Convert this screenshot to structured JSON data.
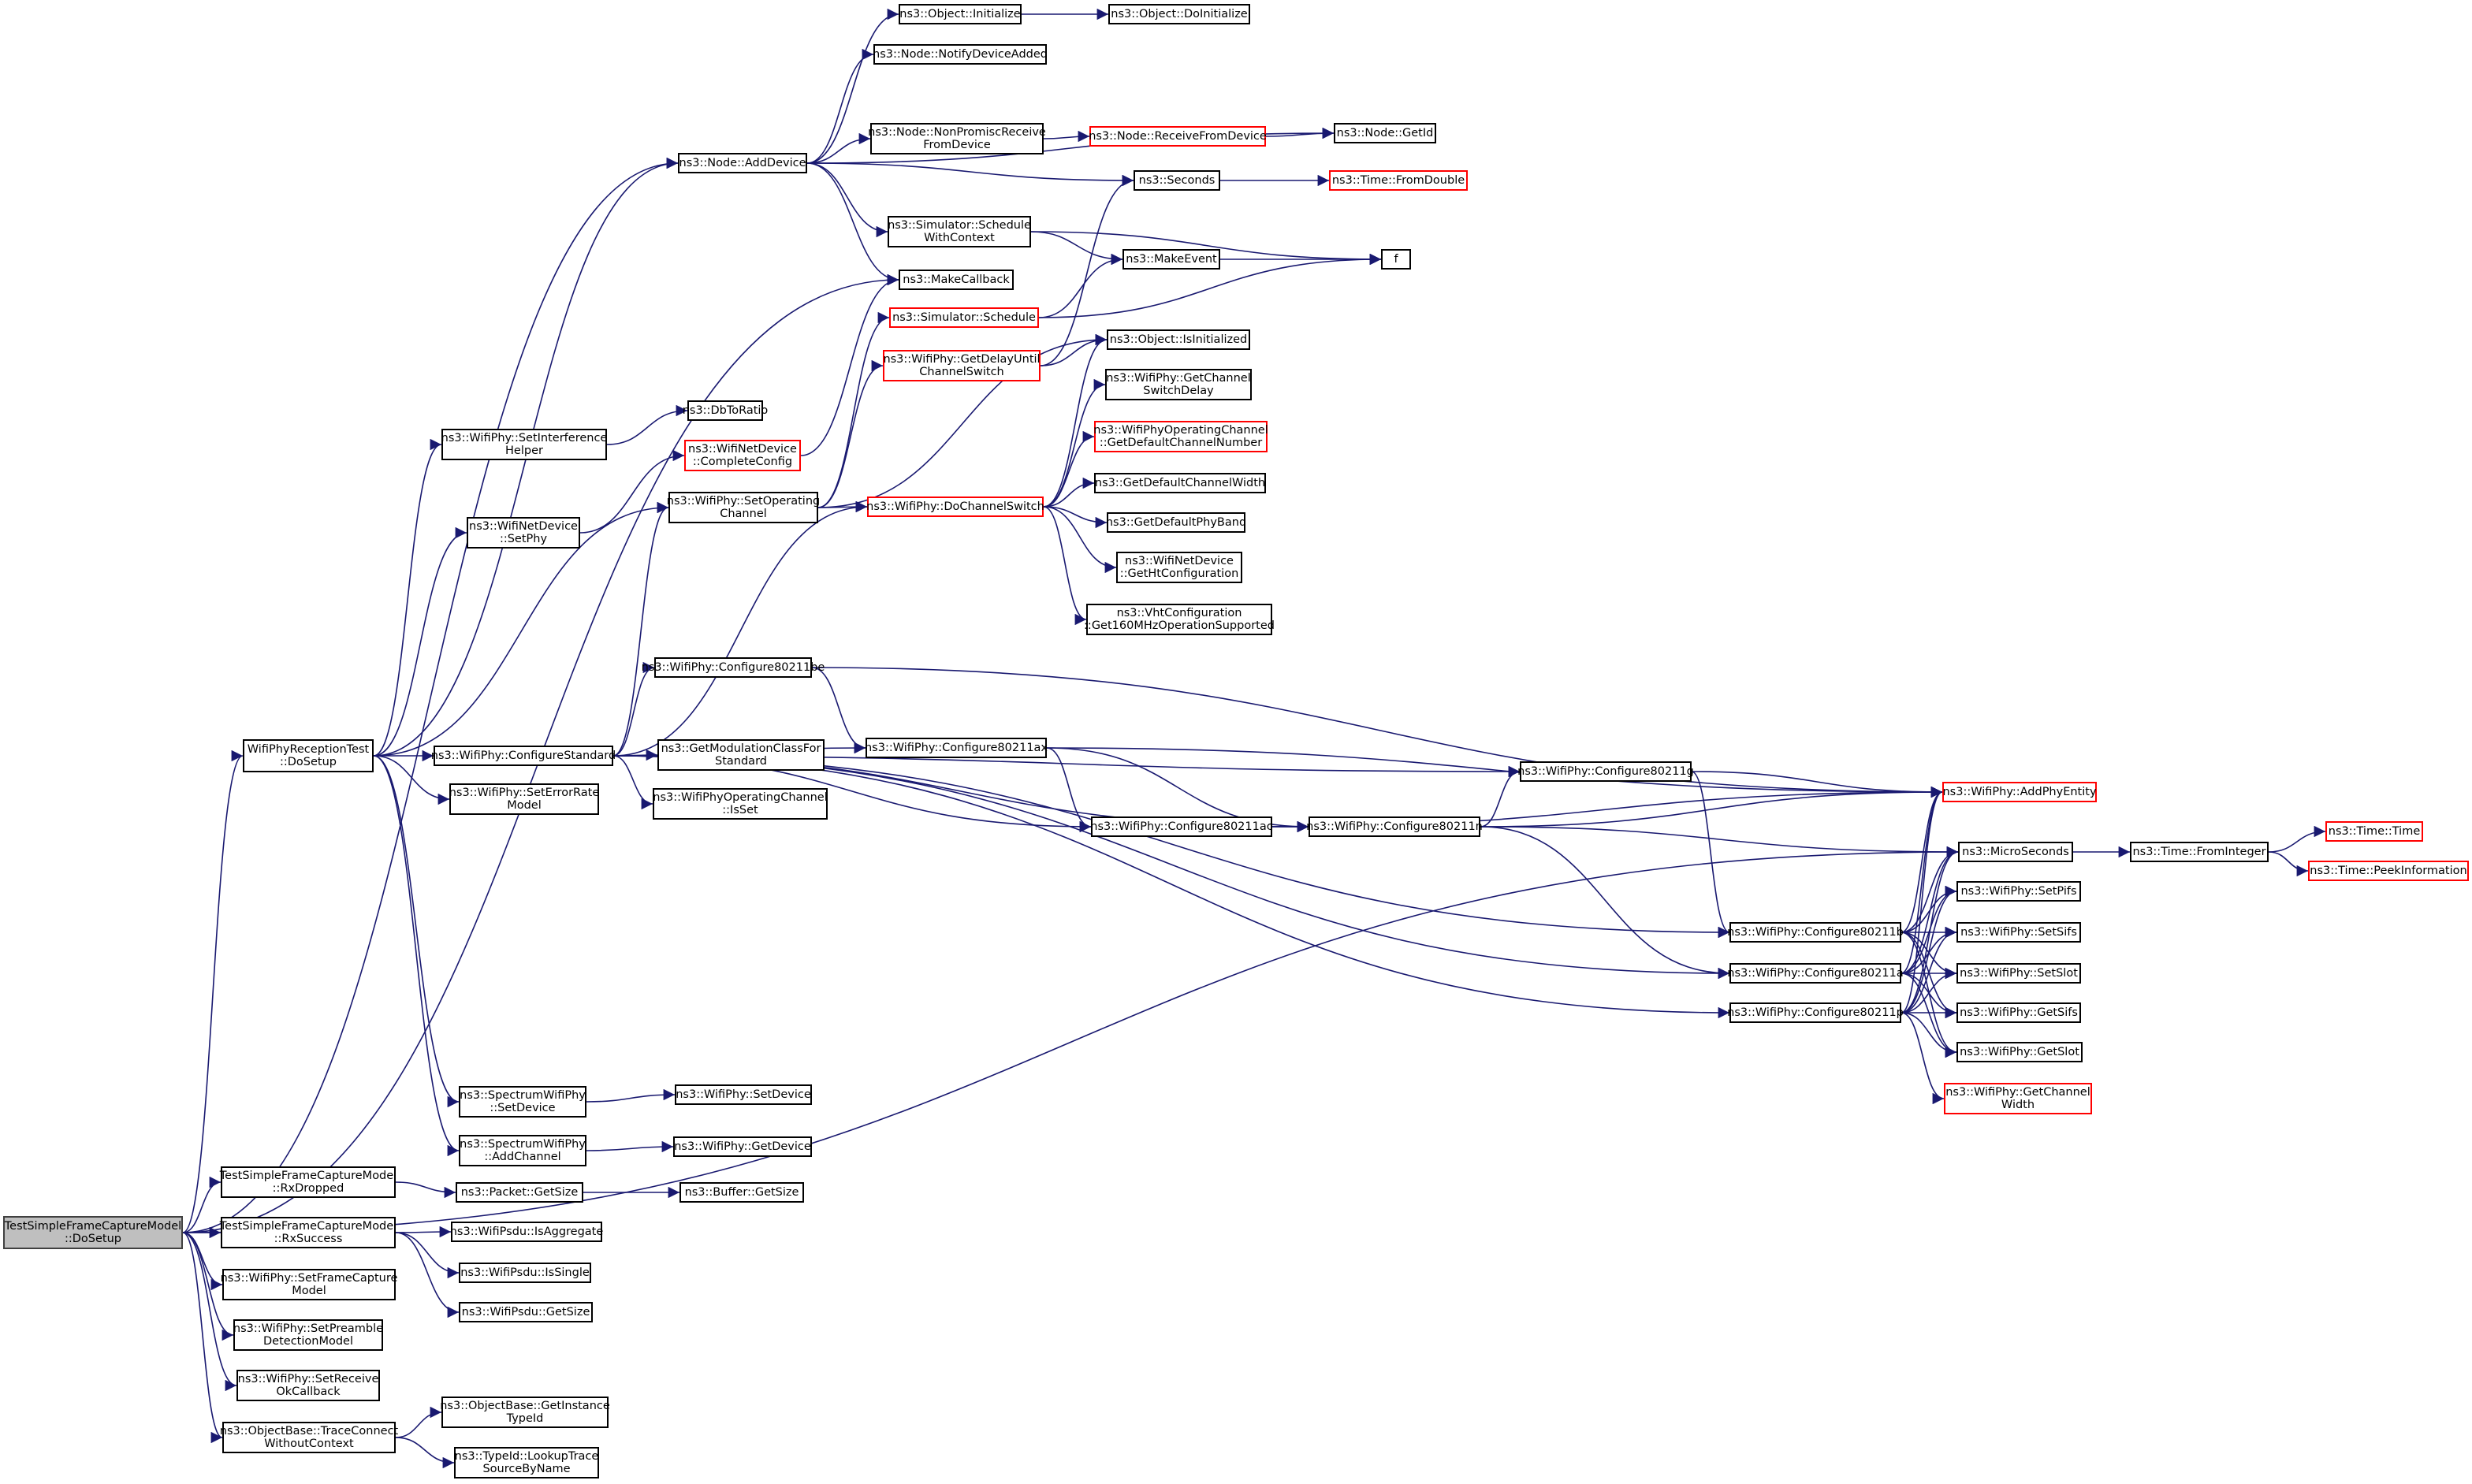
{
  "title": "Call graph of TestSimpleFrameCaptureModel::DoSetup",
  "colors": {
    "edge": "#191970",
    "node_border": "#000000",
    "truncated_border": "#ff0000",
    "root_fill": "#bfbfbf"
  },
  "nodes": [
    {
      "id": "root",
      "lines": [
        "TestSimpleFrameCaptureModel",
        "::DoSetup"
      ],
      "kind": "root"
    },
    {
      "id": "wprt_dosetup",
      "lines": [
        "WifiPhyReceptionTest",
        "::DoSetup"
      ]
    },
    {
      "id": "rxdropped",
      "lines": [
        "TestSimpleFrameCaptureModel",
        "::RxDropped"
      ]
    },
    {
      "id": "rxsuccess",
      "lines": [
        "TestSimpleFrameCaptureModel",
        "::RxSuccess"
      ]
    },
    {
      "id": "setframecapture",
      "lines": [
        "ns3::WifiPhy::SetFrameCapture",
        "Model"
      ]
    },
    {
      "id": "setpreamble",
      "lines": [
        "ns3::WifiPhy::SetPreamble",
        "DetectionModel"
      ]
    },
    {
      "id": "setreceiveok",
      "lines": [
        "ns3::WifiPhy::SetReceive",
        "OkCallback"
      ]
    },
    {
      "id": "traceconnect",
      "lines": [
        "ns3::ObjectBase::TraceConnect",
        "WithoutContext"
      ]
    },
    {
      "id": "getinstancetypeid",
      "lines": [
        "ns3::ObjectBase::GetInstance",
        "TypeId"
      ]
    },
    {
      "id": "lookuptrace",
      "lines": [
        "ns3::TypeId::LookupTrace",
        "SourceByName"
      ]
    },
    {
      "id": "packet_getsize",
      "lines": [
        "ns3::Packet::GetSize"
      ]
    },
    {
      "id": "buffer_getsize",
      "lines": [
        "ns3::Buffer::GetSize"
      ]
    },
    {
      "id": "isaggregate",
      "lines": [
        "ns3::WifiPsdu::IsAggregate"
      ]
    },
    {
      "id": "issingle",
      "lines": [
        "ns3::WifiPsdu::IsSingle"
      ]
    },
    {
      "id": "psdu_getsize",
      "lines": [
        "ns3::WifiPsdu::GetSize"
      ]
    },
    {
      "id": "spec_setdevice",
      "lines": [
        "ns3::SpectrumWifiPhy",
        "::SetDevice"
      ]
    },
    {
      "id": "spec_addchannel",
      "lines": [
        "ns3::SpectrumWifiPhy",
        "::AddChannel"
      ]
    },
    {
      "id": "wp_setdevice",
      "lines": [
        "ns3::WifiPhy::SetDevice"
      ]
    },
    {
      "id": "wp_getdevice",
      "lines": [
        "ns3::WifiPhy::GetDevice"
      ]
    },
    {
      "id": "configurestandard",
      "lines": [
        "ns3::WifiPhy::ConfigureStandard"
      ]
    },
    {
      "id": "seterrorrate",
      "lines": [
        "ns3::WifiPhy::SetErrorRate",
        "Model"
      ]
    },
    {
      "id": "getmodclass",
      "lines": [
        "ns3::GetModulationClassFor",
        "Standard"
      ]
    },
    {
      "id": "opchan_isset",
      "lines": [
        "ns3::WifiPhyOperatingChannel",
        "::IsSet"
      ]
    },
    {
      "id": "setinterference",
      "lines": [
        "ns3::WifiPhy::SetInterference",
        "Helper"
      ]
    },
    {
      "id": "dbtoratio",
      "lines": [
        "ns3::DbToRatio"
      ]
    },
    {
      "id": "netdev_setphy",
      "lines": [
        "ns3::WifiNetDevice",
        "::SetPhy"
      ]
    },
    {
      "id": "completeconfig",
      "lines": [
        "ns3::WifiNetDevice",
        "::CompleteConfig"
      ],
      "kind": "red"
    },
    {
      "id": "setoperating",
      "lines": [
        "ns3::WifiPhy::SetOperating",
        "Channel"
      ]
    },
    {
      "id": "dochannelswitch",
      "lines": [
        "ns3::WifiPhy::DoChannelSwitch"
      ],
      "kind": "red"
    },
    {
      "id": "getdelayuntil",
      "lines": [
        "ns3::WifiPhy::GetDelayUntil",
        "ChannelSwitch"
      ],
      "kind": "red"
    },
    {
      "id": "sim_schedule",
      "lines": [
        "ns3::Simulator::Schedule"
      ],
      "kind": "red"
    },
    {
      "id": "makecallback",
      "lines": [
        "ns3::MakeCallback"
      ]
    },
    {
      "id": "node_adddevice",
      "lines": [
        "ns3::Node::AddDevice"
      ]
    },
    {
      "id": "obj_initialize",
      "lines": [
        "ns3::Object::Initialize"
      ]
    },
    {
      "id": "obj_doinitialize",
      "lines": [
        "ns3::Object::DoInitialize"
      ]
    },
    {
      "id": "notifydeviceadded",
      "lines": [
        "ns3::Node::NotifyDeviceAdded"
      ]
    },
    {
      "id": "nonpromisc",
      "lines": [
        "ns3::Node::NonPromiscReceive",
        "FromDevice"
      ]
    },
    {
      "id": "receivefromdevice",
      "lines": [
        "ns3::Node::ReceiveFromDevice"
      ],
      "kind": "red"
    },
    {
      "id": "node_getid",
      "lines": [
        "ns3::Node::GetId"
      ]
    },
    {
      "id": "seconds",
      "lines": [
        "ns3::Seconds"
      ]
    },
    {
      "id": "fromdouble",
      "lines": [
        "ns3::Time::FromDouble"
      ],
      "kind": "red"
    },
    {
      "id": "schedwithctx",
      "lines": [
        "ns3::Simulator::Schedule",
        "WithContext"
      ]
    },
    {
      "id": "makeevent",
      "lines": [
        "ns3::MakeEvent"
      ]
    },
    {
      "id": "f",
      "lines": [
        "f"
      ]
    },
    {
      "id": "obj_isinitialized",
      "lines": [
        "ns3::Object::IsInitialized"
      ]
    },
    {
      "id": "getchanswitchdelay",
      "lines": [
        "ns3::WifiPhy::GetChannel",
        "SwitchDelay"
      ]
    },
    {
      "id": "getdefaultchannum",
      "lines": [
        "ns3::WifiPhyOperatingChannel",
        "::GetDefaultChannelNumber"
      ],
      "kind": "red"
    },
    {
      "id": "getdefaultchanwidth",
      "lines": [
        "ns3::GetDefaultChannelWidth"
      ]
    },
    {
      "id": "getdefaultphyband",
      "lines": [
        "ns3::GetDefaultPhyBand"
      ]
    },
    {
      "id": "gethtconfig",
      "lines": [
        "ns3::WifiNetDevice",
        "::GetHtConfiguration"
      ]
    },
    {
      "id": "vht160",
      "lines": [
        "ns3::VhtConfiguration",
        "::Get160MHzOperationSupported"
      ]
    },
    {
      "id": "cfg_be",
      "lines": [
        "ns3::WifiPhy::Configure80211be"
      ]
    },
    {
      "id": "cfg_ax",
      "lines": [
        "ns3::WifiPhy::Configure80211ax"
      ]
    },
    {
      "id": "cfg_ac",
      "lines": [
        "ns3::WifiPhy::Configure80211ac"
      ]
    },
    {
      "id": "cfg_n",
      "lines": [
        "ns3::WifiPhy::Configure80211n"
      ]
    },
    {
      "id": "cfg_g",
      "lines": [
        "ns3::WifiPhy::Configure80211g"
      ]
    },
    {
      "id": "cfg_b",
      "lines": [
        "ns3::WifiPhy::Configure80211b"
      ]
    },
    {
      "id": "cfg_a",
      "lines": [
        "ns3::WifiPhy::Configure80211a"
      ]
    },
    {
      "id": "cfg_p",
      "lines": [
        "ns3::WifiPhy::Configure80211p"
      ]
    },
    {
      "id": "addphyentity",
      "lines": [
        "ns3::WifiPhy::AddPhyEntity"
      ],
      "kind": "red"
    },
    {
      "id": "microseconds",
      "lines": [
        "ns3::MicroSeconds"
      ]
    },
    {
      "id": "frominteger",
      "lines": [
        "ns3::Time::FromInteger"
      ]
    },
    {
      "id": "time_time",
      "lines": [
        "ns3::Time::Time"
      ],
      "kind": "red"
    },
    {
      "id": "peekinfo",
      "lines": [
        "ns3::Time::PeekInformation"
      ],
      "kind": "red"
    },
    {
      "id": "setpifs",
      "lines": [
        "ns3::WifiPhy::SetPifs"
      ]
    },
    {
      "id": "setsifs",
      "lines": [
        "ns3::WifiPhy::SetSifs"
      ]
    },
    {
      "id": "setslot",
      "lines": [
        "ns3::WifiPhy::SetSlot"
      ]
    },
    {
      "id": "getsifs",
      "lines": [
        "ns3::WifiPhy::GetSifs"
      ]
    },
    {
      "id": "getslot",
      "lines": [
        "ns3::WifiPhy::GetSlot"
      ]
    },
    {
      "id": "getchanwidth",
      "lines": [
        "ns3::WifiPhy::GetChannel",
        "Width"
      ],
      "kind": "red"
    }
  ],
  "edges": [
    [
      "root",
      "wprt_dosetup"
    ],
    [
      "root",
      "makecallback"
    ],
    [
      "root",
      "node_adddevice"
    ],
    [
      "root",
      "rxdropped"
    ],
    [
      "root",
      "rxsuccess"
    ],
    [
      "root",
      "setframecapture"
    ],
    [
      "root",
      "setpreamble"
    ],
    [
      "root",
      "setreceiveok"
    ],
    [
      "root",
      "traceconnect"
    ],
    [
      "root",
      "microseconds"
    ],
    [
      "wprt_dosetup",
      "configurestandard"
    ],
    [
      "wprt_dosetup",
      "seterrorrate"
    ],
    [
      "wprt_dosetup",
      "setinterference"
    ],
    [
      "wprt_dosetup",
      "netdev_setphy"
    ],
    [
      "wprt_dosetup",
      "setoperating"
    ],
    [
      "wprt_dosetup",
      "spec_setdevice"
    ],
    [
      "wprt_dosetup",
      "spec_addchannel"
    ],
    [
      "wprt_dosetup",
      "node_adddevice"
    ],
    [
      "rxdropped",
      "packet_getsize"
    ],
    [
      "packet_getsize",
      "buffer_getsize"
    ],
    [
      "rxsuccess",
      "isaggregate"
    ],
    [
      "rxsuccess",
      "issingle"
    ],
    [
      "rxsuccess",
      "psdu_getsize"
    ],
    [
      "traceconnect",
      "getinstancetypeid"
    ],
    [
      "traceconnect",
      "lookuptrace"
    ],
    [
      "spec_setdevice",
      "wp_setdevice"
    ],
    [
      "spec_addchannel",
      "wp_getdevice"
    ],
    [
      "setinterference",
      "dbtoratio"
    ],
    [
      "netdev_setphy",
      "completeconfig"
    ],
    [
      "completeconfig",
      "makecallback"
    ],
    [
      "setoperating",
      "dochannelswitch"
    ],
    [
      "setoperating",
      "getdelayuntil"
    ],
    [
      "setoperating",
      "sim_schedule"
    ],
    [
      "setoperating",
      "obj_isinitialized"
    ],
    [
      "getdelayuntil",
      "obj_isinitialized"
    ],
    [
      "getdelayuntil",
      "seconds"
    ],
    [
      "sim_schedule",
      "makeevent"
    ],
    [
      "sim_schedule",
      "f"
    ],
    [
      "dochannelswitch",
      "obj_isinitialized"
    ],
    [
      "dochannelswitch",
      "getchanswitchdelay"
    ],
    [
      "dochannelswitch",
      "getdefaultchannum"
    ],
    [
      "dochannelswitch",
      "getdefaultchanwidth"
    ],
    [
      "dochannelswitch",
      "getdefaultphyband"
    ],
    [
      "dochannelswitch",
      "gethtconfig"
    ],
    [
      "dochannelswitch",
      "vht160"
    ],
    [
      "node_adddevice",
      "obj_initialize"
    ],
    [
      "node_adddevice",
      "notifydeviceadded"
    ],
    [
      "node_adddevice",
      "node_getid"
    ],
    [
      "node_adddevice",
      "nonpromisc"
    ],
    [
      "node_adddevice",
      "seconds"
    ],
    [
      "node_adddevice",
      "schedwithctx"
    ],
    [
      "node_adddevice",
      "makecallback"
    ],
    [
      "obj_initialize",
      "obj_doinitialize"
    ],
    [
      "nonpromisc",
      "receivefromdevice"
    ],
    [
      "receivefromdevice",
      "node_getid"
    ],
    [
      "seconds",
      "fromdouble"
    ],
    [
      "schedwithctx",
      "makeevent"
    ],
    [
      "schedwithctx",
      "f"
    ],
    [
      "makeevent",
      "f"
    ],
    [
      "configurestandard",
      "setoperating"
    ],
    [
      "configurestandard",
      "dochannelswitch"
    ],
    [
      "configurestandard",
      "getmodclass"
    ],
    [
      "configurestandard",
      "opchan_isset"
    ],
    [
      "configurestandard",
      "cfg_be"
    ],
    [
      "configurestandard",
      "cfg_ax"
    ],
    [
      "configurestandard",
      "cfg_ac"
    ],
    [
      "configurestandard",
      "cfg_n"
    ],
    [
      "configurestandard",
      "cfg_g"
    ],
    [
      "configurestandard",
      "cfg_b"
    ],
    [
      "configurestandard",
      "cfg_a"
    ],
    [
      "configurestandard",
      "cfg_p"
    ],
    [
      "cfg_be",
      "cfg_ax"
    ],
    [
      "cfg_be",
      "addphyentity"
    ],
    [
      "cfg_ax",
      "cfg_ac"
    ],
    [
      "cfg_ax",
      "cfg_n"
    ],
    [
      "cfg_ax",
      "addphyentity"
    ],
    [
      "cfg_ac",
      "cfg_n"
    ],
    [
      "cfg_ac",
      "addphyentity"
    ],
    [
      "cfg_n",
      "cfg_g"
    ],
    [
      "cfg_n",
      "cfg_a"
    ],
    [
      "cfg_n",
      "addphyentity"
    ],
    [
      "cfg_n",
      "microseconds"
    ],
    [
      "cfg_g",
      "cfg_b"
    ],
    [
      "cfg_g",
      "addphyentity"
    ],
    [
      "cfg_b",
      "addphyentity"
    ],
    [
      "cfg_b",
      "microseconds"
    ],
    [
      "cfg_b",
      "setpifs"
    ],
    [
      "cfg_b",
      "setsifs"
    ],
    [
      "cfg_b",
      "setslot"
    ],
    [
      "cfg_b",
      "getsifs"
    ],
    [
      "cfg_b",
      "getslot"
    ],
    [
      "cfg_a",
      "addphyentity"
    ],
    [
      "cfg_a",
      "microseconds"
    ],
    [
      "cfg_a",
      "setpifs"
    ],
    [
      "cfg_a",
      "setsifs"
    ],
    [
      "cfg_a",
      "setslot"
    ],
    [
      "cfg_a",
      "getsifs"
    ],
    [
      "cfg_a",
      "getslot"
    ],
    [
      "cfg_p",
      "addphyentity"
    ],
    [
      "cfg_p",
      "microseconds"
    ],
    [
      "cfg_p",
      "setpifs"
    ],
    [
      "cfg_p",
      "setsifs"
    ],
    [
      "cfg_p",
      "setslot"
    ],
    [
      "cfg_p",
      "getsifs"
    ],
    [
      "cfg_p",
      "getslot"
    ],
    [
      "cfg_p",
      "getchanwidth"
    ],
    [
      "microseconds",
      "frominteger"
    ],
    [
      "frominteger",
      "time_time"
    ],
    [
      "frominteger",
      "peekinfo"
    ]
  ]
}
